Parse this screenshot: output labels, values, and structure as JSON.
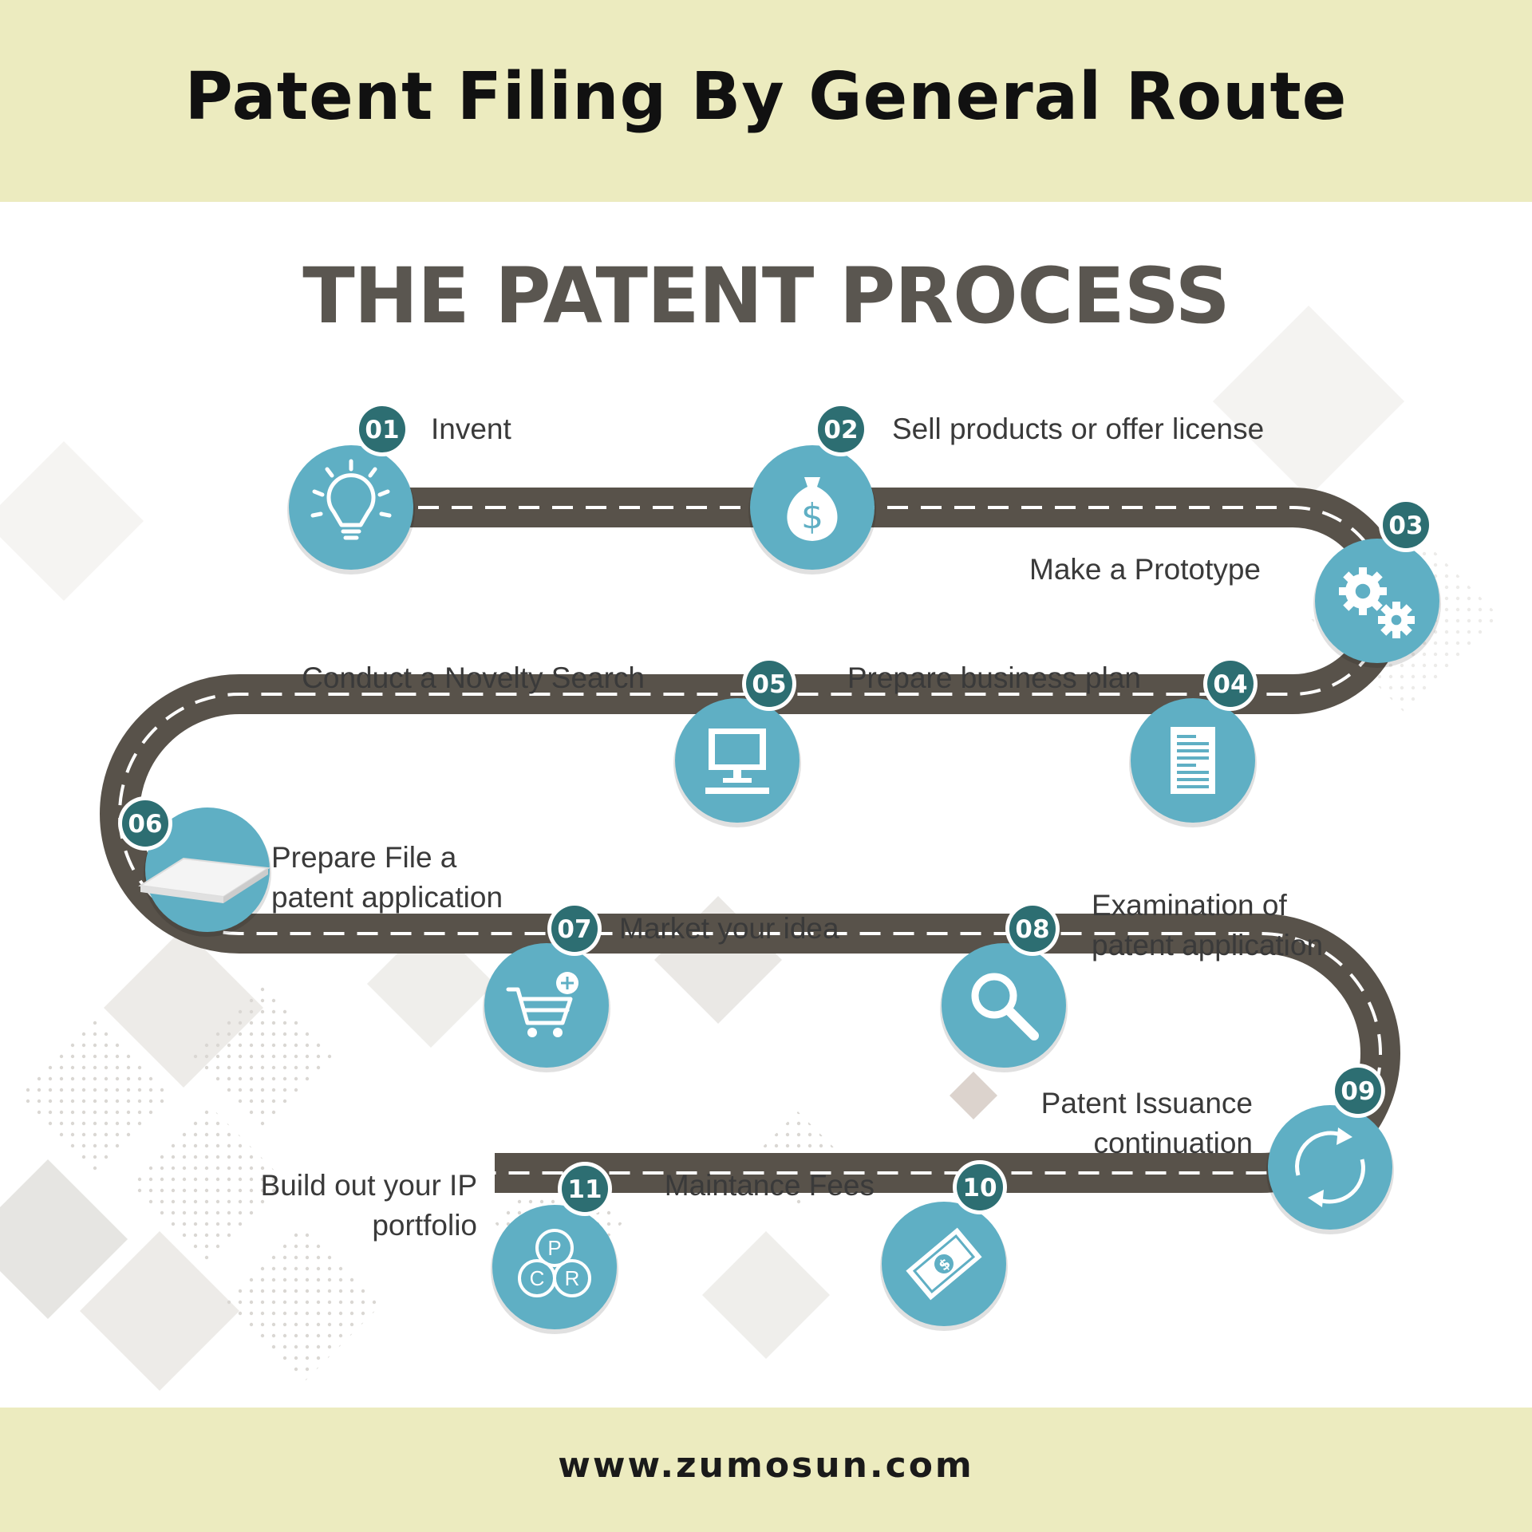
{
  "header": {
    "title": "Patent Filing By General Route"
  },
  "infographic": {
    "title": "THE PATENT PROCESS",
    "steps": [
      {
        "number": "01",
        "label_lines": [
          "Invent"
        ],
        "icon": "lightbulb-icon"
      },
      {
        "number": "02",
        "label_lines": [
          "Sell products or offer license"
        ],
        "icon": "money-bag-icon"
      },
      {
        "number": "03",
        "label_lines": [
          "Make a Prototype"
        ],
        "icon": "gears-icon"
      },
      {
        "number": "04",
        "label_lines": [
          "Prepare business plan"
        ],
        "icon": "document-icon"
      },
      {
        "number": "05",
        "label_lines": [
          "Conduct a Novelty Search"
        ],
        "icon": "computer-icon"
      },
      {
        "number": "06",
        "label_lines": [
          "Prepare File a",
          "patent application"
        ],
        "icon": "paper-stack-icon"
      },
      {
        "number": "07",
        "label_lines": [
          "Market your idea"
        ],
        "icon": "shopping-cart-icon"
      },
      {
        "number": "08",
        "label_lines": [
          "Examination of",
          "patent application"
        ],
        "icon": "magnifier-icon"
      },
      {
        "number": "09",
        "label_lines": [
          "Patent Issuance",
          "continuation"
        ],
        "icon": "refresh-cycle-icon"
      },
      {
        "number": "10",
        "label_lines": [
          "Maintance Fees"
        ],
        "icon": "banknote-icon"
      },
      {
        "number": "11",
        "label_lines": [
          "Build out your IP",
          "portfolio"
        ],
        "icon": "pcr-circles-icon"
      }
    ]
  },
  "footer": {
    "website": "www.zumosun.com"
  },
  "colors": {
    "band": "#ecebbf",
    "road": "#58524a",
    "road_dash": "#ffffff",
    "circle": "#5fafc4",
    "badge": "#2d6e72",
    "title": "#5a5650"
  }
}
